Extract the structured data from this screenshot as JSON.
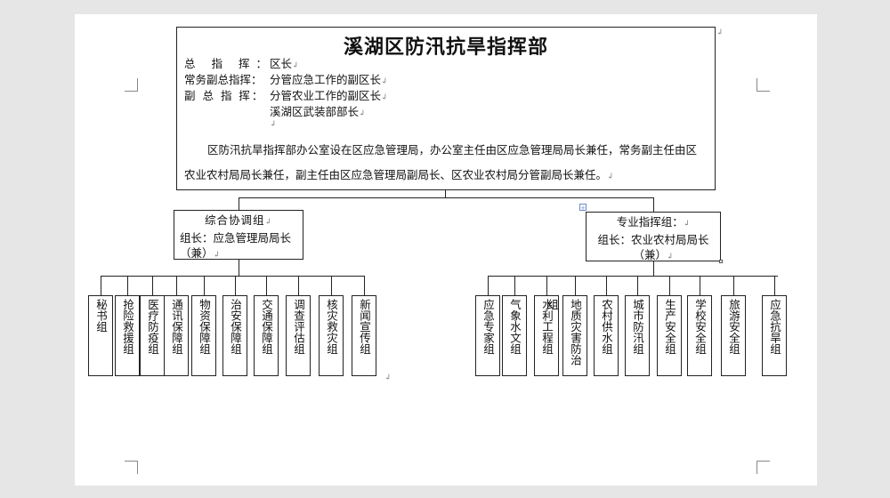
{
  "hq": {
    "title": "溪湖区防汛抗旱指挥部",
    "lines": [
      {
        "label": "总 指 挥：",
        "value": "区长"
      },
      {
        "label": "常务副总指挥：",
        "value": "分管应急工作的副区长"
      },
      {
        "label": "副 总 指 挥：",
        "value": "分管农业工作的副区长"
      },
      {
        "label": "",
        "value": "溪湖区武装部部长"
      }
    ],
    "note": "区防汛抗旱指挥部办公室设在区应急管理局，办公室主任由区应急管理局局长兼任，常务副主任由区农业农村局局长兼任，副主任由区应急管理局副局长、区农业农村局分管副局长兼任。"
  },
  "coordination": {
    "title": "综合协调组",
    "leader": "组长：应急管理局局长（兼）",
    "subgroups": [
      "秘书组",
      "抢险救援组",
      "医疗防疫组",
      "通讯保障组",
      "物资保障组",
      "治安保障组",
      "交通保障组",
      "调查评估组",
      "核灾救灾组",
      "新闻宣传组"
    ]
  },
  "professional": {
    "title": "专业指挥组：",
    "leader": "组长：农业农村局局长（兼）",
    "subgroups": [
      "应急专家组",
      "气象水文组",
      "水利工程组",
      "地质灾害防治组",
      "农村供水组",
      "城市防汛组",
      "生产安全组",
      "学校安全组",
      "旅游安全组",
      "应急抗旱组"
    ]
  },
  "marks": {
    "paragraph": "↲"
  }
}
